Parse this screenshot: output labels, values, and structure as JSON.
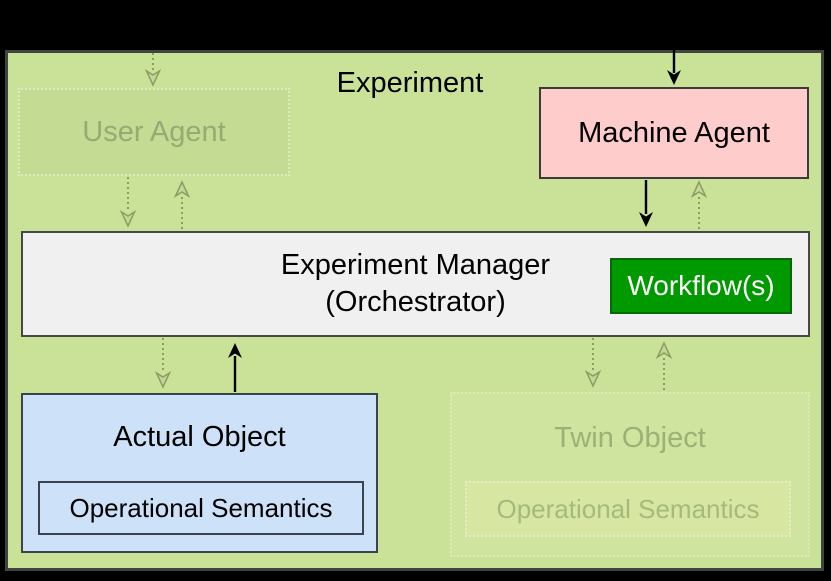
{
  "diagram": {
    "title": "Experiment",
    "nodes": {
      "user_agent": {
        "label": "User Agent",
        "faded": true
      },
      "machine_agent": {
        "label": "Machine Agent",
        "faded": false
      },
      "experiment_manager": {
        "label_line1": "Experiment Manager",
        "label_line2": "(Orchestrator)",
        "faded": false
      },
      "workflow": {
        "label": "Workflow(s)",
        "faded": false
      },
      "actual_object": {
        "label": "Actual Object",
        "inner_label": "Operational Semantics",
        "faded": false
      },
      "twin_object": {
        "label": "Twin Object",
        "inner_label": "Operational Semantics",
        "faded": true
      }
    },
    "edges": [
      {
        "from": "external-top",
        "to": "machine_agent",
        "style": "solid"
      },
      {
        "from": "external-top",
        "to": "user_agent",
        "style": "dotted-faded"
      },
      {
        "from": "user_agent",
        "to": "experiment_manager",
        "style": "dotted-faded"
      },
      {
        "from": "experiment_manager",
        "to": "user_agent",
        "style": "dotted-faded"
      },
      {
        "from": "machine_agent",
        "to": "experiment_manager",
        "style": "solid"
      },
      {
        "from": "experiment_manager",
        "to": "machine_agent",
        "style": "dotted-faded"
      },
      {
        "from": "experiment_manager",
        "to": "actual_object",
        "style": "dotted-faded"
      },
      {
        "from": "actual_object",
        "to": "experiment_manager",
        "style": "solid"
      },
      {
        "from": "experiment_manager",
        "to": "twin_object",
        "style": "dotted-faded"
      },
      {
        "from": "twin_object",
        "to": "experiment_manager",
        "style": "dotted-faded"
      }
    ],
    "colors": {
      "canvas_background": "#000000",
      "experiment_fill": "#C9E298",
      "experiment_border": "#3E463E",
      "user_agent_fill": "#C3DB92",
      "machine_agent_fill": "#FFCCCC",
      "manager_fill": "#F0F0F0",
      "workflow_fill": "#009900",
      "actual_object_fill": "#CDE1F8",
      "twin_object_fill": "#CFE49E",
      "faded_text": "#97AA74",
      "active_arrow": "#000000",
      "faded_arrow": "#8A9D62"
    }
  }
}
